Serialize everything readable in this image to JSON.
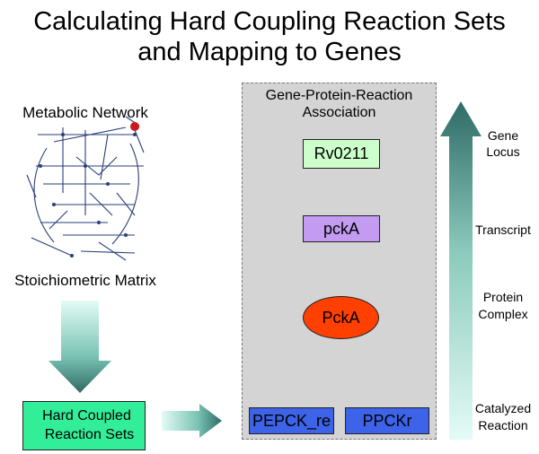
{
  "title": {
    "line1": "Calculating Hard Coupling Reaction Sets",
    "line2": "and Mapping to Genes"
  },
  "left": {
    "network_label": "Metabolic Network",
    "matrix_label": "Stoichiometric Matrix",
    "box_line1": "Hard Coupled",
    "box_line2": "Reaction Sets"
  },
  "panel": {
    "title_line1": "Gene-Protein-Reaction",
    "title_line2": "Association",
    "gene": "Rv0211",
    "transcript": "pckA",
    "protein": "PckA",
    "reaction1": "PEPCK_re",
    "reaction2": "PPCKr"
  },
  "scale": {
    "gene_line1": "Gene",
    "gene_line2": "Locus",
    "transcript": "Transcript",
    "protein_line1": "Protein",
    "protein_line2": "Complex",
    "reaction_line1": "Catalyzed",
    "reaction_line2": "Reaction"
  },
  "colors": {
    "gene_box": "#ccffcc",
    "transcript_box": "#c39cf2",
    "protein_ellipse": "#ff4000",
    "reaction_box": "#3c63e8",
    "sets_box": "#33ee99",
    "arrow_dark": "#2f6b66",
    "arrow_light": "#e3fbf6"
  }
}
